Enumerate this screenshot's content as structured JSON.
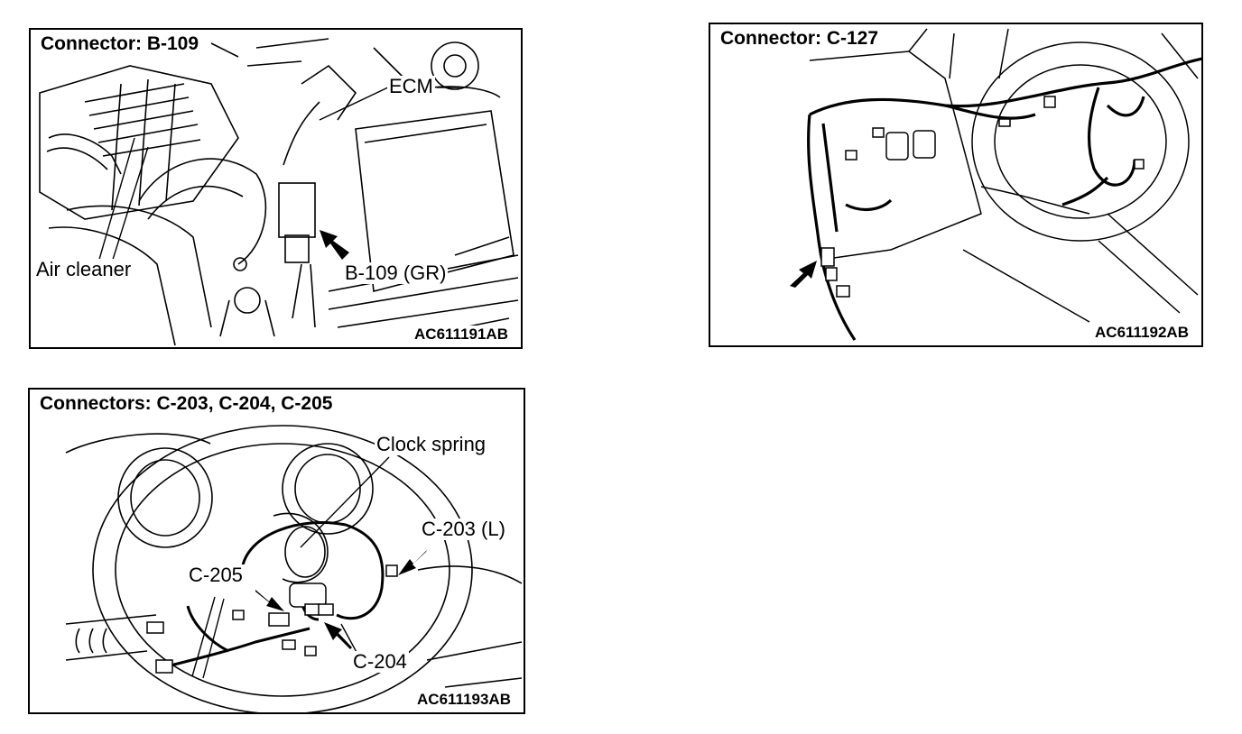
{
  "panels": [
    {
      "title": "Connector: B-109",
      "code": "AC611191AB",
      "labels": {
        "ecm": "ECM",
        "air_cleaner": "Air cleaner",
        "connector": "B-109 (GR)"
      }
    },
    {
      "title": "Connector: C-127",
      "code": "AC611192AB"
    },
    {
      "title": "Connectors: C-203, C-204, C-205",
      "code": "AC611193AB",
      "labels": {
        "clock_spring": "Clock spring",
        "c203": "C-203 (L)",
        "c205": "C-205",
        "c204": "C-204"
      }
    }
  ],
  "colors": {
    "line": "#000000",
    "background": "#ffffff"
  }
}
